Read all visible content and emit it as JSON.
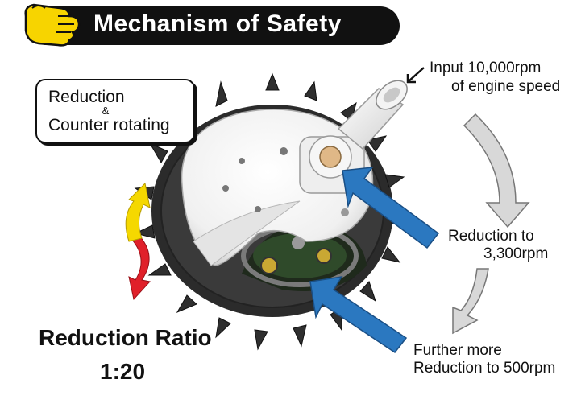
{
  "title": "Mechanism of Safety",
  "callout": {
    "line1": "Reduction",
    "ampersand": "&",
    "line2": "Counter rotating"
  },
  "annotations": {
    "input_line1": "Input 10,000rpm",
    "input_line2": "of engine speed",
    "reduction_line1": "Reduction to",
    "reduction_line2": "3,300rpm",
    "further_line1": "Further more",
    "further_line2": "Reduction to 500rpm"
  },
  "ratio": {
    "label": "Reduction Ratio",
    "value": "1:20"
  },
  "icons": [
    "pointing-hand-icon",
    "counter-rotation-arrows-icon",
    "flow-arrow-icon",
    "pointer-arrow-icon"
  ],
  "colors": {
    "title_bg": "#111111",
    "hand": "#f7d400",
    "blue_arrow": "#2b78c0",
    "red_arrow": "#e0202a",
    "yellow_arrow": "#f5d800",
    "gray_arrow": "#d8d8d8"
  }
}
